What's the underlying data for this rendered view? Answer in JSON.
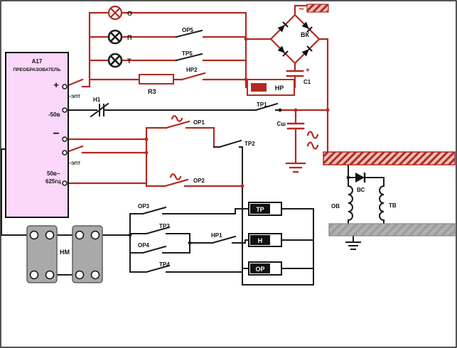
{
  "colors": {
    "wire_red": "#b22a20",
    "wire_black": "#1c1c1c",
    "converter_fill": "#fbd7fb",
    "rail_gray": "#b3b3b3"
  },
  "converter": {
    "title_line1": "А17",
    "title_line2": "ПРЕОБРАЗОВАТЕЛЬ",
    "plus": "+",
    "minus": "−",
    "ept_upper": "~ЭПТ",
    "ept_lower": "~ЭПТ",
    "dc_voltage": "-50в",
    "ac_voltage": "50в~",
    "ac_freq": "625гц"
  },
  "lamps": [
    {
      "label": "О"
    },
    {
      "label": "П"
    },
    {
      "label": "Т"
    }
  ],
  "contacts": {
    "or5": "ОР5",
    "tr5": "ТР5",
    "nr2": "НР2",
    "n1": "Н1",
    "tr1": "ТР1",
    "or1": "ОР1",
    "tr2": "ТР2",
    "or2": "ОР2",
    "or3": "ОР3",
    "tr3": "ТР3",
    "or4": "ОР4",
    "tr4": "ТР4",
    "nr1": "НР1"
  },
  "components": {
    "r3": "R3",
    "bridge": "ВК",
    "c1": "С1",
    "c1_plus": "+",
    "nr_relay": "НР",
    "csh": "Сш",
    "overhead_ac": "~",
    "vs_diode": "ВС",
    "ov_coil": "ОВ",
    "tv_coil": "ТВ",
    "nm": "НМ"
  },
  "relays": [
    {
      "label": "ТР"
    },
    {
      "label": "Н"
    },
    {
      "label": "ОР"
    }
  ]
}
